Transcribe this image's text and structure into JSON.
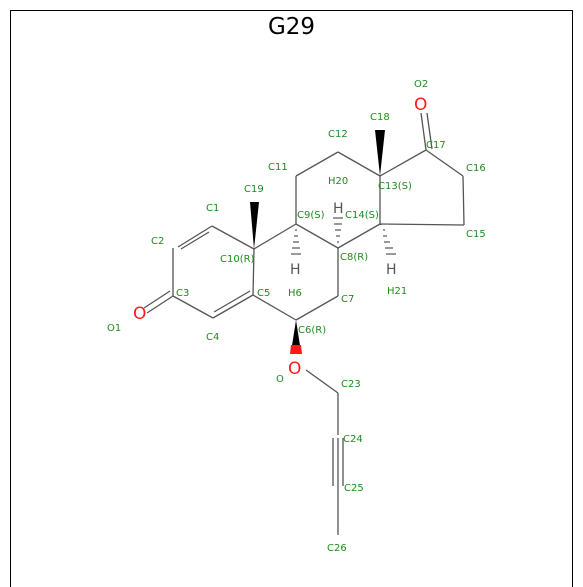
{
  "title": "G29",
  "atom_labels": {
    "c1": "C1",
    "c2": "C2",
    "c3": "C3",
    "c4": "C4",
    "c5": "C5",
    "c6": "C6(R)",
    "c7": "C7",
    "c8": "C8(R)",
    "c9": "C9(S)",
    "c10": "C10(R)",
    "c11": "C11",
    "c12": "C12",
    "c13": "C13(S)",
    "c14": "C14(S)",
    "c15": "C15",
    "c16": "C16",
    "c17": "C17",
    "c18": "C18",
    "c19": "C19",
    "c23": "C23",
    "c24": "C24",
    "c25": "C25",
    "c26": "C26",
    "h6": "H6",
    "h20": "H20",
    "h21": "H21",
    "o1": "O1",
    "o2": "O2",
    "o": "O"
  },
  "atom_symbols": {
    "oxygen": "O",
    "hydrogen": "H"
  },
  "colors": {
    "carbon_label": "#1e8c1e",
    "oxygen": "#ff1a1a",
    "bond": "#555555",
    "wedge": "#000000"
  }
}
